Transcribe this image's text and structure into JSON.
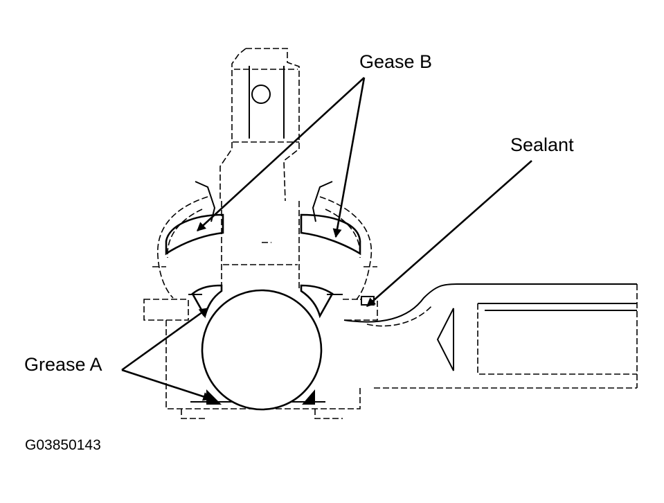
{
  "labels": {
    "grease_b": "Gease B",
    "sealant": "Sealant",
    "grease_a": "Grease A",
    "figure_id": "G03850143"
  },
  "colors": {
    "ink": "#000000",
    "background": "#ffffff"
  }
}
